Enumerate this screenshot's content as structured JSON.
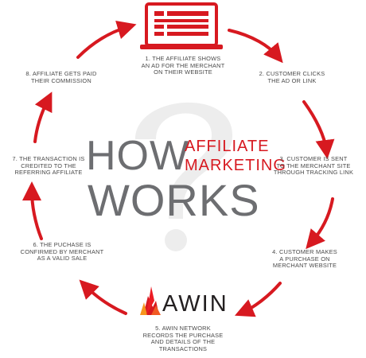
{
  "title": {
    "how": "HOW",
    "affiliate": "AFFILIATE",
    "marketing": "MARKETING",
    "works": "WORKS"
  },
  "logo": {
    "awin": "AWIN"
  },
  "colors": {
    "accent": "#d71920",
    "text": "#4a4a4a",
    "title": "#6d6e71"
  },
  "icons": [
    "laptop-icon",
    "question-mark-watermark",
    "awin-flame-icon"
  ],
  "steps": [
    "1. THE AFFILIATE SHOWS\nAN AD FOR THE MERCHANT\nON THEIR WEBSITE",
    "2. CUSTOMER CLICKS\nTHE AD OR LINK",
    "3. CUSTOMER IS SENT\nTO THE MERCHANT SITE\nTHROUGH TRACKING LINK",
    "4. CUSTOMER MAKES\nA PURCHASE ON\nMERCHANT WEBSITE",
    "5. AWIN NETWORK\nRECORDS THE PURCHASE\nAND DETAILS OF THE\nTRANSACTIONS",
    "6. THE PUCHASE IS\nCONFIRMED BY MERCHANT\nAS A VALID SALE",
    "7. THE TRANSACTION IS\nCREDITED TO THE\nREFERRING AFFILIATE",
    "8. AFFILIATE GETS PAID\nTHEIR COMMISSION"
  ]
}
